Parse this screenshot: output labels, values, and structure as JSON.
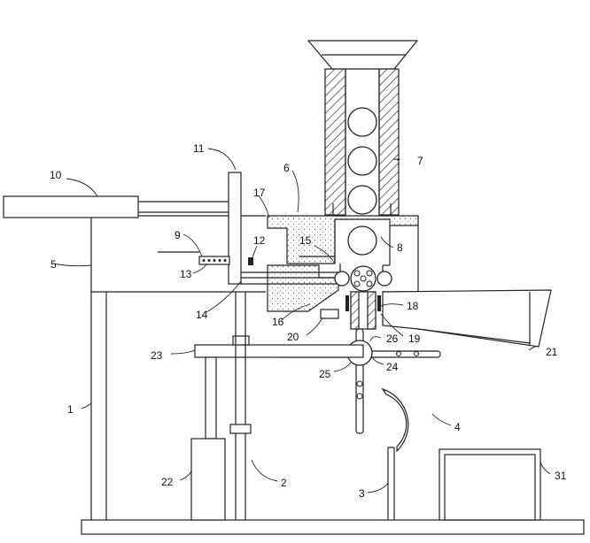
{
  "callouts": [
    {
      "id": "c1",
      "label": "1"
    },
    {
      "id": "c2",
      "label": "2"
    },
    {
      "id": "c3",
      "label": "3"
    },
    {
      "id": "c4",
      "label": "4"
    },
    {
      "id": "c5",
      "label": "5"
    },
    {
      "id": "c6",
      "label": "6"
    },
    {
      "id": "c7",
      "label": "7"
    },
    {
      "id": "c8",
      "label": "8"
    },
    {
      "id": "c9",
      "label": "9"
    },
    {
      "id": "c10",
      "label": "10"
    },
    {
      "id": "c11",
      "label": "11"
    },
    {
      "id": "c12",
      "label": "12"
    },
    {
      "id": "c13",
      "label": "13"
    },
    {
      "id": "c14",
      "label": "14"
    },
    {
      "id": "c15",
      "label": "15"
    },
    {
      "id": "c16",
      "label": "16"
    },
    {
      "id": "c17",
      "label": "17"
    },
    {
      "id": "c18",
      "label": "18"
    },
    {
      "id": "c19",
      "label": "19"
    },
    {
      "id": "c20",
      "label": "20"
    },
    {
      "id": "c21",
      "label": "21"
    },
    {
      "id": "c22",
      "label": "22"
    },
    {
      "id": "c23",
      "label": "23"
    },
    {
      "id": "c24",
      "label": "24"
    },
    {
      "id": "c25",
      "label": "25"
    },
    {
      "id": "c26",
      "label": "26"
    },
    {
      "id": "c31",
      "label": "31"
    }
  ]
}
